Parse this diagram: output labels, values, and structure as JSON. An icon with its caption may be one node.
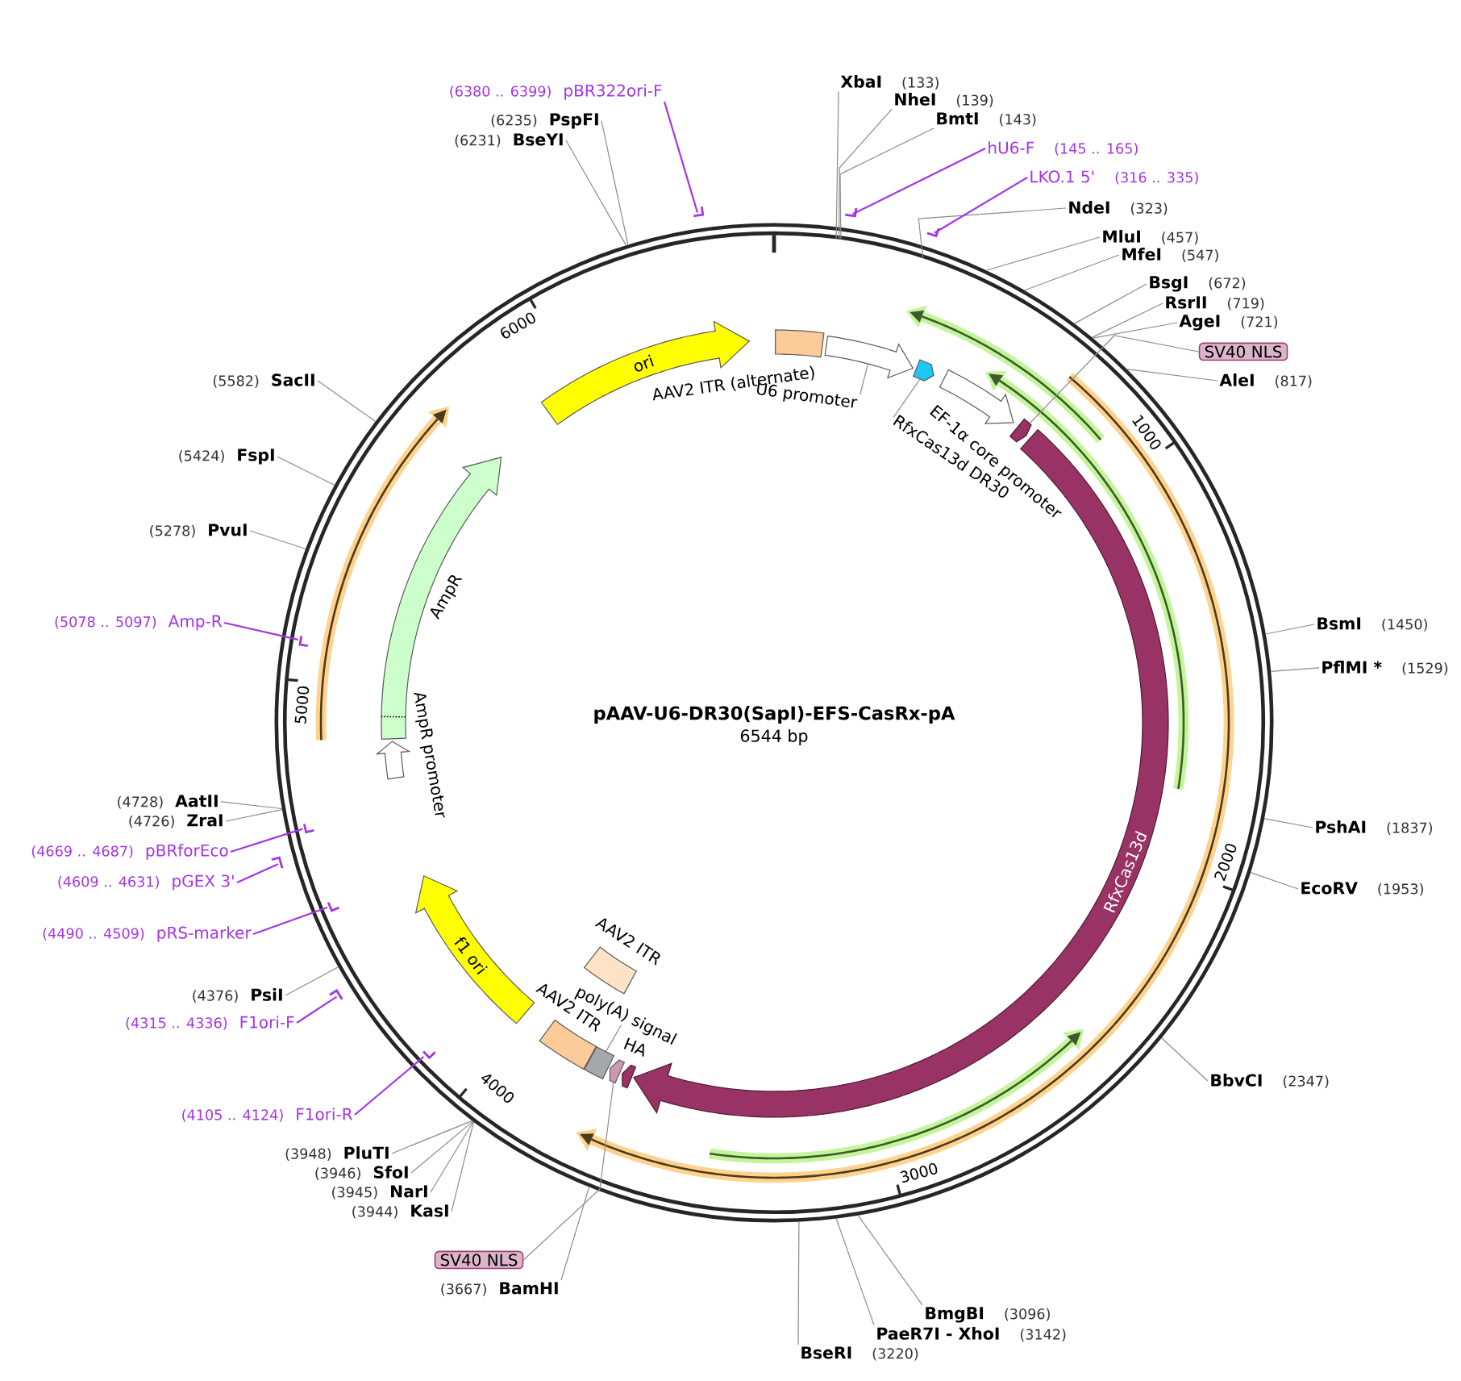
{
  "diagram": {
    "title": "pAAV-U6-DR30(SapI)-EFS-CasRx-pA",
    "nodes": [
      {
        "text": [
          "ori"
        ]
      },
      {
        "text": [
          "AAV2 ITR (alternate)"
        ]
      },
      {
        "text": [
          "U6 promoter"
        ]
      },
      {
        "text": [],
        "shape": "arrow"
      },
      {
        "text": [
          "RfxCas13d DR30"
        ]
      },
      {
        "text": [],
        "shape": "arrow"
      },
      {
        "text": [
          "EF-1α core promoter"
        ]
      },
      {
        "text": [
          "SV40 NLS"
        ]
      },
      {
        "text": [],
        "shape": "arrow"
      },
      {
        "text": [
          "RfxCas13d"
        ]
      },
      {
        "text": [
          "HA"
        ]
      },
      {
        "text": [
          "SV40 NLS"
        ]
      },
      {
        "text": [],
        "shape": "arrow"
      },
      {
        "text": [
          "poly(A) signal"
        ]
      },
      {
        "text": [],
        "shape": "box"
      },
      {
        "text": [
          "AAV2 ITR"
        ]
      },
      {
        "text": [
          "AAV2 ITR"
        ]
      },
      {
        "text": [
          "f1 ori"
        ]
      },
      {
        "text": [
          "AmpR promoter"
        ]
      },
      {
        "text": [
          "AmpR"
        ]
      },
      {
        "text": [
          "XbaI",
          "(133)"
        ]
      },
      {
        "text": [
          "NheI",
          "(139)"
        ]
      },
      {
        "text": [
          "BmtI",
          "(143)"
        ]
      },
      {
        "text": [
          "NdeI",
          "(323)"
        ]
      },
      {
        "text": [
          "MluI",
          "(457)"
        ]
      },
      {
        "text": [
          "MfeI",
          "(547)"
        ]
      },
      {
        "text": [
          "BsgI",
          "(672)"
        ]
      },
      {
        "text": [
          "RsrII",
          "(719)"
        ]
      },
      {
        "text": [
          "AgeI",
          "(721)"
        ]
      },
      {
        "text": [
          "AleI",
          "(817)"
        ]
      },
      {
        "text": [
          "BsmI",
          "(1450)"
        ]
      },
      {
        "text": [
          "PflMI *",
          "(1529)"
        ]
      },
      {
        "text": [
          "PshAI",
          "(1837)"
        ]
      },
      {
        "text": [
          "EcoRV",
          "(1953)"
        ]
      },
      {
        "text": [
          "BbvCI",
          "(2347)"
        ]
      },
      {
        "text": [
          "BmgBI",
          "(3096)"
        ]
      },
      {
        "text": [
          "PaeR7I - XhoI",
          "(3142)"
        ]
      },
      {
        "text": [
          "BseRI",
          "(3220)"
        ]
      },
      {
        "text": [
          "(3667)",
          "BamHI"
        ]
      },
      {
        "text": [
          "(3944)",
          "KasI"
        ]
      },
      {
        "text": [
          "(3945)",
          "NarI"
        ]
      },
      {
        "text": [
          "(3946)",
          "SfoI"
        ]
      },
      {
        "text": [
          "(3948)",
          "PluTI"
        ]
      },
      {
        "text": [
          "(4376)",
          "PsiI"
        ]
      },
      {
        "text": [
          "(4726)",
          "ZraI"
        ]
      },
      {
        "text": [
          "(4728)",
          "AatII"
        ]
      },
      {
        "text": [
          "(5278)",
          "PvuI"
        ]
      },
      {
        "text": [
          "(5424)",
          "FspI"
        ]
      },
      {
        "text": [
          "(5582)",
          "SacII"
        ]
      },
      {
        "text": [
          "(6231)",
          "BseYI"
        ]
      },
      {
        "text": [
          "(6235)",
          "PspFI"
        ]
      },
      {
        "text": [
          "(6380 .. 6399)",
          "pBR322ori-F"
        ]
      },
      {
        "text": [
          "hU6-F",
          "(145 .. 165)"
        ]
      },
      {
        "text": [
          "LKO.1 5'",
          "(316 .. 335)"
        ]
      },
      {
        "text": [
          "(5078 .. 5097)",
          "Amp-R"
        ]
      },
      {
        "text": [
          "(4669 .. 4687)",
          "pBRforEco"
        ]
      },
      {
        "text": [
          "(4609 .. 4631)",
          "pGEX 3'"
        ]
      },
      {
        "text": [
          "(4490 .. 4509)",
          "pRS-marker"
        ]
      },
      {
        "text": [
          "(4315 .. 4336)",
          "F1ori-F"
        ]
      },
      {
        "text": [
          "(4105 .. 4124)",
          "F1ori-R"
        ]
      },
      {
        "text": [],
        "shape": "bar"
      },
      {
        "text": [],
        "shape": "bar"
      },
      {
        "text": [],
        "shape": "bar"
      },
      {
        "text": [],
        "shape": "bar"
      },
      {
        "text": [],
        "shape": "bar"
      },
      {
        "text": [],
        "shape": "bar"
      },
      {
        "text": [],
        "shape": "bar"
      },
      {
        "text": [],
        "shape": "bar"
      },
      {
        "text": [],
        "shape": "bar"
      }
    ],
    "edges": [
      {
        "from": 2,
        "to": 3,
        "arrow": "none"
      },
      {
        "from": 4,
        "to": 5,
        "arrow": "none"
      },
      {
        "from": 7,
        "to": 8,
        "arrow": "none"
      },
      {
        "from": 11,
        "to": 12,
        "arrow": "none"
      },
      {
        "from": 13,
        "to": 14,
        "arrow": "none"
      },
      {
        "from": 20,
        "to": null,
        "arrow": "none"
      },
      {
        "from": 21,
        "to": null,
        "arrow": "none"
      },
      {
        "from": 22,
        "to": null,
        "arrow": "none"
      },
      {
        "from": 23,
        "to": null,
        "arrow": "none"
      },
      {
        "from": 24,
        "to": null,
        "arrow": "none"
      },
      {
        "from": 25,
        "to": null,
        "arrow": "none"
      },
      {
        "from": 26,
        "to": null,
        "arrow": "none"
      },
      {
        "from": 27,
        "to": null,
        "arrow": "none"
      },
      {
        "from": 28,
        "to": null,
        "arrow": "none"
      },
      {
        "from": 29,
        "to": null,
        "arrow": "none"
      },
      {
        "from": 30,
        "to": null,
        "arrow": "none"
      },
      {
        "from": 31,
        "to": null,
        "arrow": "none"
      },
      {
        "from": 32,
        "to": null,
        "arrow": "none"
      },
      {
        "from": 33,
        "to": null,
        "arrow": "none"
      },
      {
        "from": 34,
        "to": null,
        "arrow": "none"
      },
      {
        "from": 35,
        "to": null,
        "arrow": "none"
      },
      {
        "from": 36,
        "to": null,
        "arrow": "none"
      },
      {
        "from": 37,
        "to": null,
        "arrow": "none"
      },
      {
        "from": 38,
        "to": null,
        "arrow": "none"
      },
      {
        "from": 39,
        "to": null,
        "arrow": "none"
      },
      {
        "from": 40,
        "to": null,
        "arrow": "none"
      },
      {
        "from": 41,
        "to": null,
        "arrow": "none"
      },
      {
        "from": 42,
        "to": null,
        "arrow": "none"
      },
      {
        "from": 43,
        "to": null,
        "arrow": "none"
      },
      {
        "from": 44,
        "to": null,
        "arrow": "none"
      },
      {
        "from": 45,
        "to": null,
        "arrow": "none"
      },
      {
        "from": 46,
        "to": null,
        "arrow": "none"
      },
      {
        "from": 47,
        "to": null,
        "arrow": "none"
      },
      {
        "from": 48,
        "to": null,
        "arrow": "none"
      },
      {
        "from": 49,
        "to": null,
        "arrow": "none"
      },
      {
        "from": 50,
        "to": null,
        "arrow": "none"
      },
      {
        "from": 51,
        "to": 60,
        "arrow": "none",
        "color": "#a335e6"
      },
      {
        "from": 52,
        "to": 61,
        "arrow": "none",
        "color": "#a335e6"
      },
      {
        "from": 53,
        "to": 62,
        "arrow": "none",
        "color": "#a335e6"
      },
      {
        "from": 54,
        "to": 63,
        "arrow": "none",
        "color": "#a335e6"
      },
      {
        "from": 55,
        "to": 64,
        "arrow": "none",
        "color": "#a335e6"
      },
      {
        "from": 56,
        "to": 65,
        "arrow": "none",
        "color": "#a335e6"
      },
      {
        "from": 57,
        "to": 66,
        "arrow": "none",
        "color": "#a335e6"
      },
      {
        "from": 58,
        "to": 67,
        "arrow": "none",
        "color": "#a335e6"
      },
      {
        "from": 59,
        "to": 68,
        "arrow": "none",
        "color": "#a335e6"
      }
    ],
    "labels": [
      "6544 bp",
      "1000",
      "2000",
      "3000",
      "4000",
      "5000",
      "6000"
    ]
  }
}
